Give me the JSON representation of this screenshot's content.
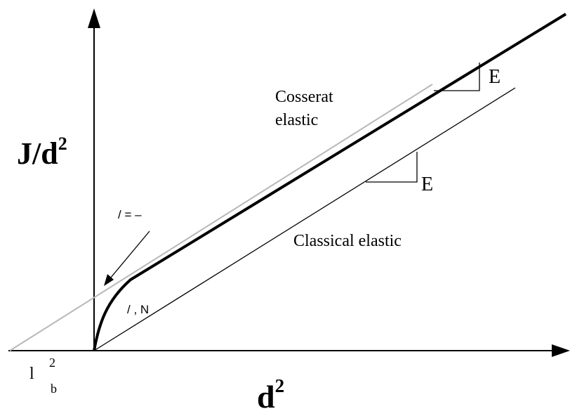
{
  "axes": {
    "y_label_main": "J/d",
    "y_label_sup": "2",
    "x_label_main": "d",
    "x_label_sup": "2"
  },
  "labels": {
    "cosserat_line1": "Cosserat",
    "cosserat_line2": "elastic",
    "classical": "Classical elastic",
    "slope_upper": "E",
    "slope_lower": "E",
    "intercept_annotation": "/ = –",
    "curve_annotation": "/ , N",
    "x_intercept_main": "l",
    "x_intercept_sup": "2",
    "x_intercept_sub": "b"
  },
  "colors": {
    "ink": "#000000",
    "gray_line": "#b8b8b8"
  }
}
